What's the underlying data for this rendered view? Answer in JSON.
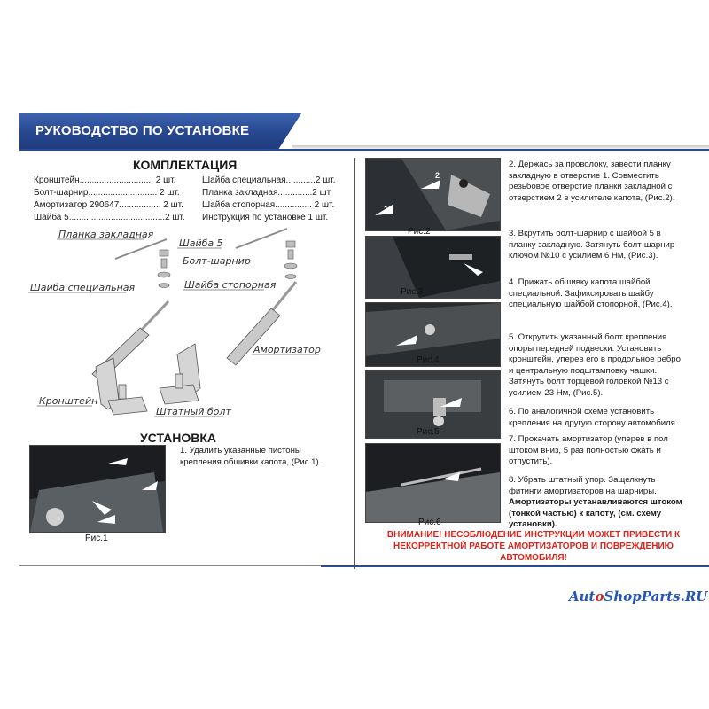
{
  "header": {
    "title": "РУКОВОДСТВО ПО УСТАНОВКЕ"
  },
  "kit": {
    "title": "КОМПЛЕКТАЦИЯ",
    "left": [
      "Кронштейн.............................. 2 шт.",
      "Болт-шарнир............................ 2 шт.",
      "Амортизатор 290647................. 2 шт.",
      "Шайба 5.......................................2 шт."
    ],
    "right": [
      "Шайба специальная............2 шт.",
      "Планка закладная..............2 шт.",
      "Шайба стопорная............... 2 шт.",
      "Инструкция по установке   1 шт."
    ]
  },
  "diagram_labels": {
    "planka": "Планка закладная",
    "shaiba5": "Шайба 5",
    "bolt_sharnir": "Болт-шарнир",
    "shaiba_spec": "Шайба специальная",
    "shaiba_stop": "Шайба стопорная",
    "amortizator": "Амортизатор",
    "kronshtein": "Кронштейн",
    "shtatny_bolt": "Штатный болт"
  },
  "install": {
    "title": "УСТАНОВКА",
    "step1": "1. Удалить указанные пистоны крепления обшивки капота, (Рис.1)."
  },
  "captions": {
    "fig1": "Рис.1",
    "fig2": "Рис.2",
    "fig3": "Рис.3",
    "fig4": "Рис.4",
    "fig5": "Рис.5",
    "fig6": "Рис.6"
  },
  "steps": {
    "s2": "2. Держась за проволоку, завести планку закладную в отверстие 1. Совместить резьбовое отверстие планки закладной с отверстием 2 в усилителе капота, (Рис.2).",
    "s3": "3. Вкрутить болт-шарнир с шайбой 5 в планку закладную. Затянуть болт-шарнир ключом №10 с усилием 6 Нм, (Рис.3).",
    "s4": "4. Прижать обшивку капота шайбой специальной. Зафиксировать шайбу специальную шайбой стопорной, (Рис.4).",
    "s5": "5. Открутить указанный болт крепления опоры передней подвески. Установить кронштейн, уперев его в продольное ребро и центральную подштамповку чашки. Затянуть болт торцевой головкой №13 с усилием 23 Нм, (Рис.5).",
    "s6": "6. По аналогичной схеме установить крепления на другую сторону автомобиля.",
    "s7": "7.  Прокачать амортизатор (уперев в пол штоком вниз, 5 раз полностью сжать и отпустить).",
    "s8_a": "8. Убрать штатный упор. Защелкнуть фитинги амортизаторов на шарниры. ",
    "s8_b": "Амортизаторы устанавливаются штоком (тонкой частью) к капоту, (см. схему установки)."
  },
  "fig2_marks": {
    "m1": "1",
    "m2": "2"
  },
  "warning": "ВНИМАНИЕ! НЕСОБЛЮДЕНИЕ ИНСТРУКЦИИ МОЖЕТ ПРИВЕСТИ К НЕКОРРЕКТНОЙ РАБОТЕ АМОРТИЗАТОРОВ И ПОВРЕЖДЕНИЮ АВТОМОБИЛЯ!",
  "logo": {
    "part1": "Aut",
    "mark": "o",
    "part2": "ShopParts.RU"
  },
  "colors": {
    "banner": "#27478f",
    "warning": "#d9251d",
    "logo": "#2456b8"
  }
}
